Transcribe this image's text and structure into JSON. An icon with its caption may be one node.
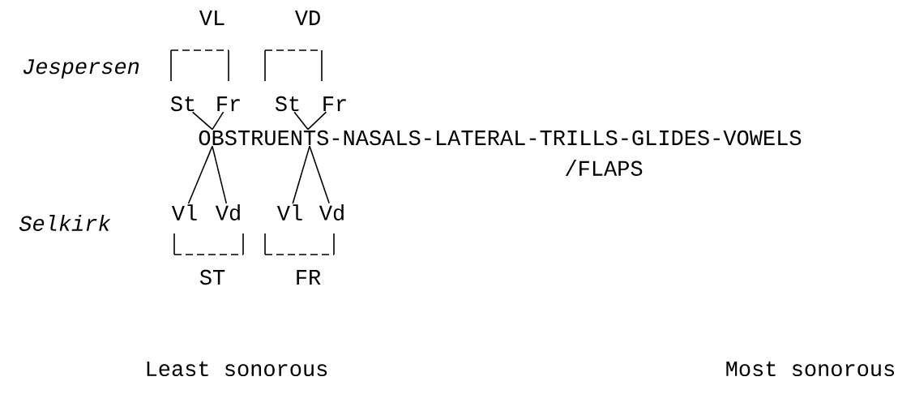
{
  "diagram": {
    "nodes": [
      {
        "text": [
          "St"
        ]
      },
      {
        "text": [
          "Fr"
        ]
      },
      {
        "text": [
          "St"
        ]
      },
      {
        "text": [
          "Fr"
        ]
      },
      {
        "text": [
          "OBSTRUENTS-NASALS-LATERAL-TRILLS-GLIDES-VOWELS"
        ]
      },
      {
        "text": [
          "Vl"
        ]
      },
      {
        "text": [
          "Vd"
        ]
      },
      {
        "text": [
          "Vl"
        ]
      },
      {
        "text": [
          "Vd"
        ]
      }
    ],
    "edges": [
      {
        "from": 0,
        "to": 4,
        "arrow": "none"
      },
      {
        "from": 1,
        "to": 4,
        "arrow": "none"
      },
      {
        "from": 2,
        "to": 4,
        "arrow": "none"
      },
      {
        "from": 3,
        "to": 4,
        "arrow": "none"
      },
      {
        "from": 4,
        "to": 5,
        "arrow": "none"
      },
      {
        "from": 4,
        "to": 6,
        "arrow": "none"
      },
      {
        "from": 4,
        "to": 7,
        "arrow": "none"
      },
      {
        "from": 4,
        "to": 8,
        "arrow": "none"
      }
    ],
    "labels": [
      "VL",
      "VD",
      "Jespersen",
      "/FLAPS",
      "Selkirk",
      "ST",
      "FR",
      "Least sonorous",
      "Most sonorous"
    ]
  }
}
